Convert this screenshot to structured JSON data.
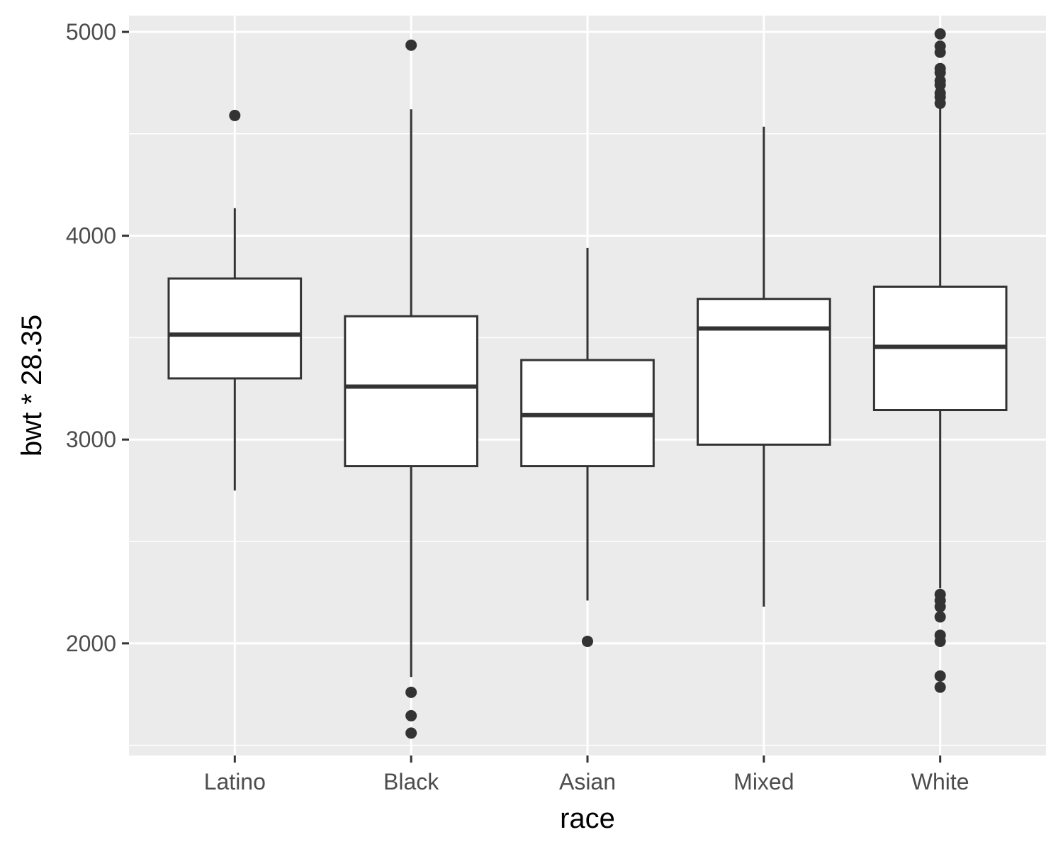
{
  "chart_data": {
    "type": "boxplot",
    "xlabel": "race",
    "ylabel": "bwt * 28.35",
    "ylim": [
      1450,
      5080
    ],
    "y_ticks": [
      2000,
      3000,
      4000,
      5000
    ],
    "y_minor_ticks": [
      1500,
      2500,
      3500,
      4500
    ],
    "grid": true,
    "categories": [
      "Latino",
      "Black",
      "Asian",
      "Mixed",
      "White"
    ],
    "boxes": [
      {
        "category": "Latino",
        "whisker_low": 2750,
        "q1": 3300,
        "median": 3515,
        "q3": 3790,
        "whisker_high": 4135,
        "outliers": [
          4590
        ]
      },
      {
        "category": "Black",
        "whisker_low": 1835,
        "q1": 2870,
        "median": 3260,
        "q3": 3605,
        "whisker_high": 4620,
        "outliers": [
          1760,
          1645,
          1560,
          4935
        ]
      },
      {
        "category": "Asian",
        "whisker_low": 2210,
        "q1": 2870,
        "median": 3120,
        "q3": 3390,
        "whisker_high": 3940,
        "outliers": [
          2010
        ]
      },
      {
        "category": "Mixed",
        "whisker_low": 2180,
        "q1": 2975,
        "median": 3545,
        "q3": 3690,
        "whisker_high": 4535,
        "outliers": []
      },
      {
        "category": "White",
        "whisker_low": 2270,
        "q1": 3145,
        "median": 3455,
        "q3": 3750,
        "whisker_high": 4640,
        "outliers": [
          1785,
          1840,
          2010,
          2040,
          2130,
          2180,
          2210,
          2240,
          4650,
          4680,
          4700,
          4740,
          4760,
          4800,
          4820,
          4900,
          4930,
          4990
        ]
      }
    ],
    "colors": {
      "panel_background": "#ebebeb",
      "grid": "#ffffff",
      "box_fill": "#ffffff",
      "box_line": "#333333",
      "tick_text": "#4d4d4d",
      "axis_title": "#000000"
    }
  }
}
